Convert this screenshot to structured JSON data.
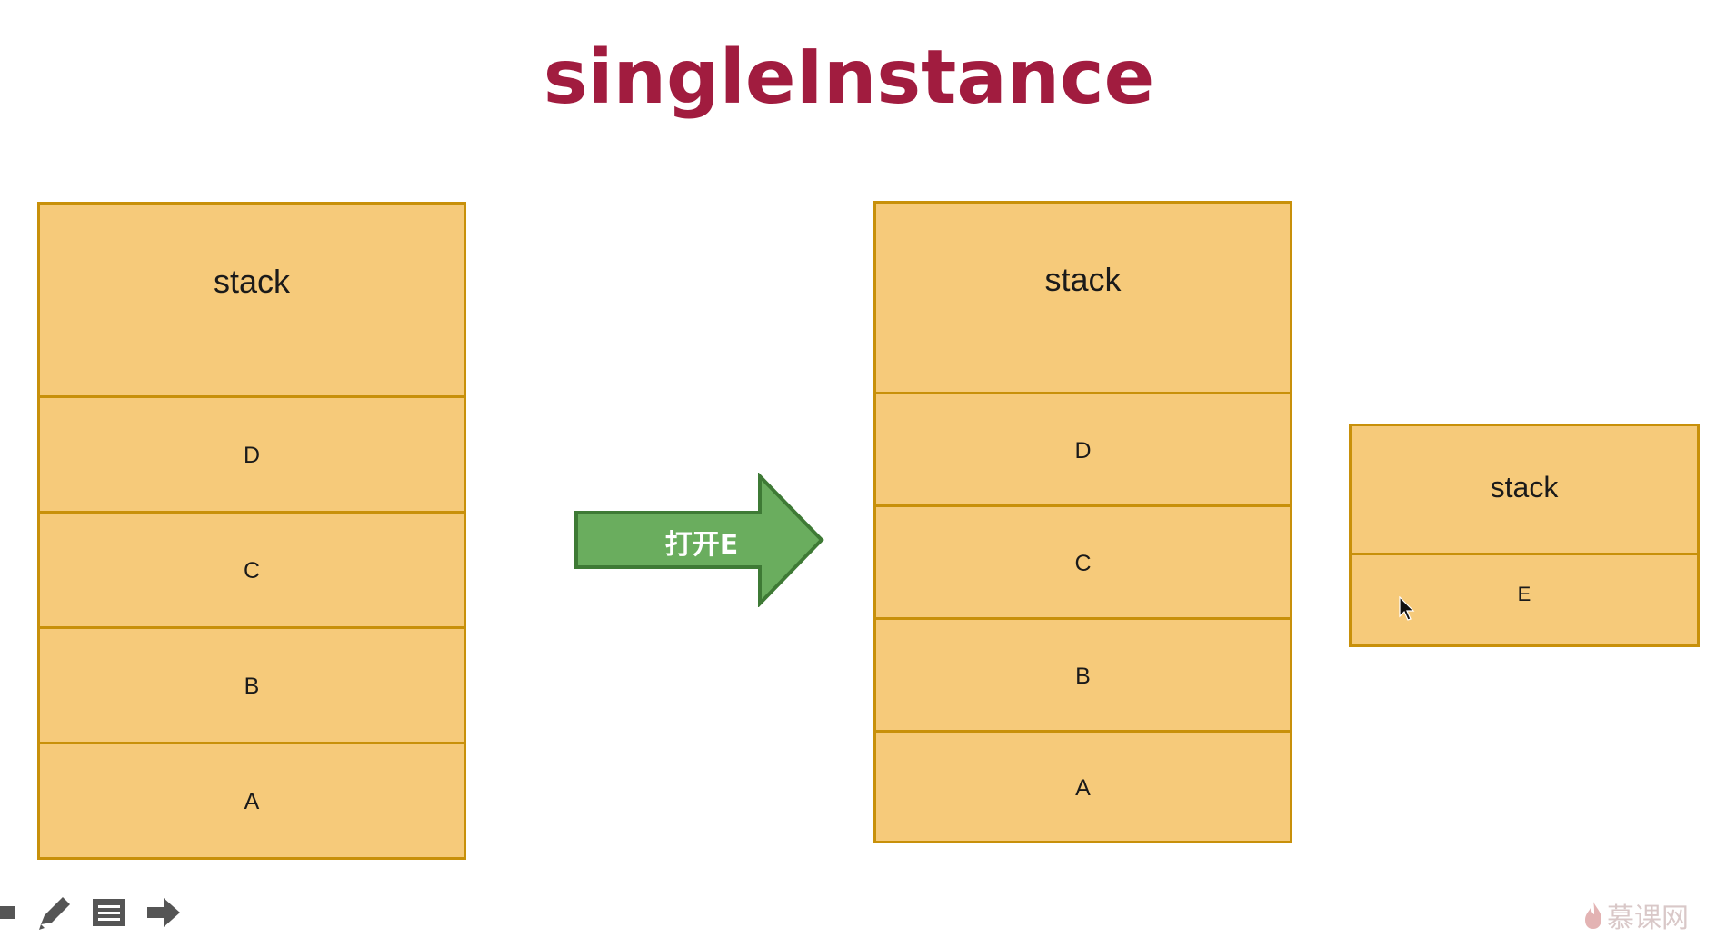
{
  "title": "singleInstance",
  "arrow_label": "打开E",
  "stack_before": {
    "header": "stack",
    "items": [
      "D",
      "C",
      "B",
      "A"
    ]
  },
  "stack_after": {
    "header": "stack",
    "items": [
      "D",
      "C",
      "B",
      "A"
    ]
  },
  "stack_new": {
    "header": "stack",
    "items": [
      "E"
    ]
  },
  "watermark": "慕课网",
  "toolbar": {
    "icons": [
      "pointer-icon",
      "pencil-icon",
      "notes-icon",
      "next-arrow-icon"
    ]
  },
  "colors": {
    "title": "#a11c3f",
    "stack_fill": "#f6ca7a",
    "stack_border": "#c8900a",
    "arrow_fill": "#6aad5e",
    "arrow_border": "#3e7a35",
    "watermark": "#d9c8c8"
  }
}
